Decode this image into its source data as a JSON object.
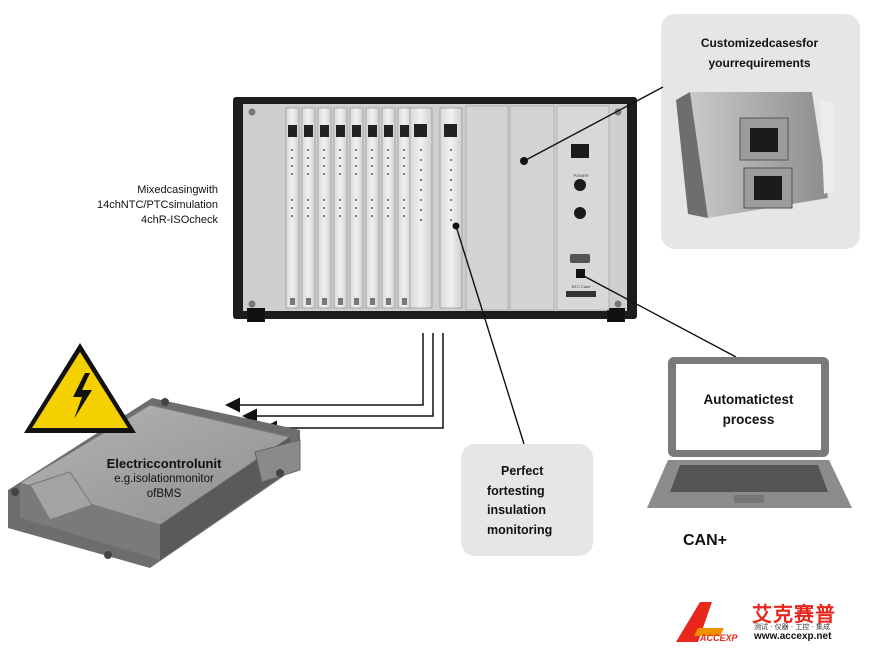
{
  "rack_caption": [
    "Mixedcasingwith",
    "14chNTC/PTCsimulation",
    "4chR-ISOcheck"
  ],
  "cases_callout": [
    "Customizedcasesfor",
    "yourrequirements"
  ],
  "ecu_label": {
    "title": "Electriccontrolunit",
    "sub": [
      "e.g.isolationmonitor",
      "ofBMS"
    ]
  },
  "testing_callout": [
    "Perfect",
    "fortesting",
    "insulation",
    "monitoring"
  ],
  "laptop_screen": [
    "Automatictest",
    "process"
  ],
  "can_label": "CAN+",
  "rack_panel": {
    "power_label": "POWER",
    "model_label": "NTC Case"
  },
  "logo": {
    "brand": "艾克赛普",
    "slogan": "测试 · 仪器 · 工控 · 集成",
    "url": "www.accexp.net",
    "mark": "ACCEXP"
  },
  "colors": {
    "callout_bg": "#e6e6e6",
    "warning_yellow": "#f5d000",
    "logo_red": "#e8261c",
    "logo_orange": "#f29100"
  }
}
